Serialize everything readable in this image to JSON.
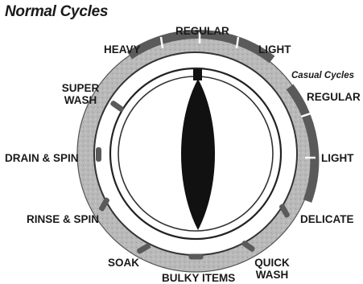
{
  "title": "Normal Cycles",
  "casual_title": "Casual Cycles",
  "cycles": {
    "regular": "REGULAR",
    "light": "LIGHT",
    "heavy": "HEAVY",
    "super_wash_1": "SUPER",
    "super_wash_2": "WASH",
    "drain_spin": "DRAIN & SPIN",
    "rinse_spin": "RINSE & SPIN",
    "soak": "SOAK",
    "bulky_items": "BULKY ITEMS",
    "quick_wash_1": "QUICK",
    "quick_wash_2": "WASH",
    "delicate": "DELICATE",
    "casual_regular": "REGULAR",
    "casual_light": "LIGHT"
  }
}
